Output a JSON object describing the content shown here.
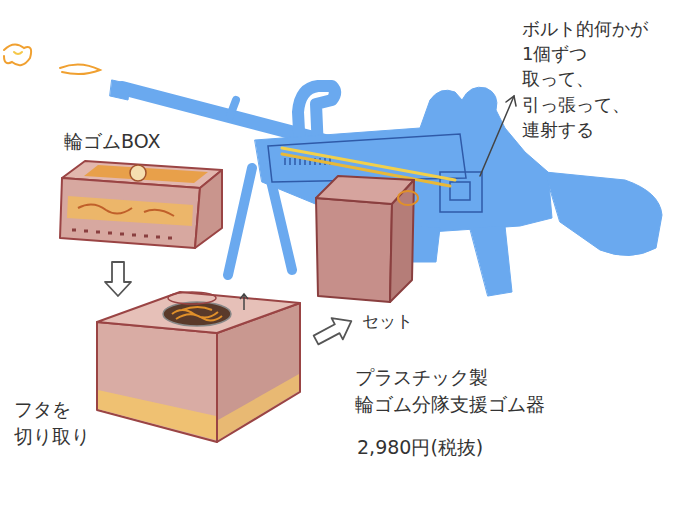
{
  "diagram": {
    "nodes": [
      {
        "text": [
          "輪ゴムBOX"
        ]
      },
      {
        "text": [
          "フタを 切り取り"
        ]
      }
    ],
    "edges": [
      {
        "from": 0,
        "to": 1,
        "arrow": "to"
      }
    ],
    "labels": [
      "ボルト的何かが 1個ずつ 取って、 引っ張って、 連射する",
      "セット",
      "プラスチック製 輪ゴム分隊支援ゴム器",
      "2,980円(税抜)"
    ]
  }
}
